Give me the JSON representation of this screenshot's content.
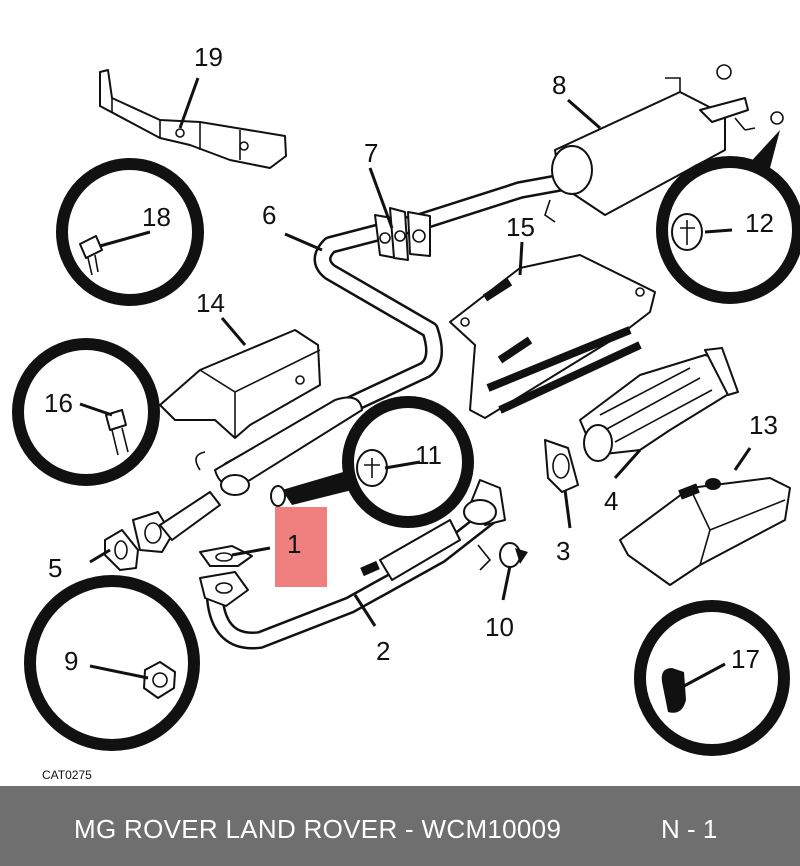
{
  "diagram": {
    "catalog_code": "CAT0275",
    "highlight_color": "#f08080",
    "callouts": [
      {
        "id": "1",
        "label": "1",
        "highlighted": true
      },
      {
        "id": "2",
        "label": "2"
      },
      {
        "id": "3",
        "label": "3"
      },
      {
        "id": "4",
        "label": "4"
      },
      {
        "id": "5",
        "label": "5"
      },
      {
        "id": "6",
        "label": "6"
      },
      {
        "id": "7",
        "label": "7"
      },
      {
        "id": "8",
        "label": "8"
      },
      {
        "id": "9",
        "label": "9"
      },
      {
        "id": "10",
        "label": "10"
      },
      {
        "id": "11",
        "label": "11"
      },
      {
        "id": "12",
        "label": "12"
      },
      {
        "id": "13",
        "label": "13"
      },
      {
        "id": "14",
        "label": "14"
      },
      {
        "id": "15",
        "label": "15"
      },
      {
        "id": "16",
        "label": "16"
      },
      {
        "id": "17",
        "label": "17"
      },
      {
        "id": "18",
        "label": "18"
      },
      {
        "id": "19",
        "label": "19"
      }
    ]
  },
  "footer": {
    "title": "MG ROVER LAND ROVER - WCM10009",
    "page": "N - 1",
    "background": "#6f6f6f"
  }
}
